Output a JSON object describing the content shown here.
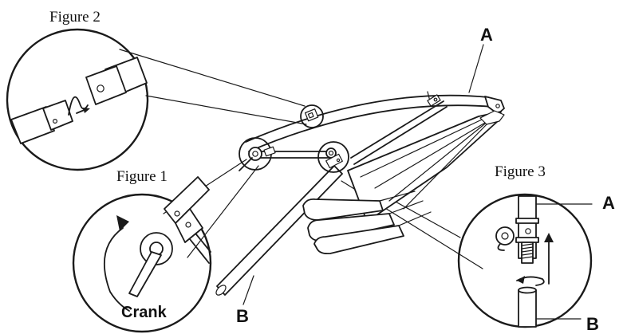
{
  "figure_labels": {
    "figure2": "Figure 2",
    "figure1": "Figure 1",
    "figure3": "Figure 3"
  },
  "part_labels": {
    "a_main": "A",
    "b_main": "B",
    "a_fig3": "A",
    "b_fig3": "B"
  },
  "callouts": {
    "crank": "Crank"
  },
  "colors": {
    "ink": "#1a1a1a",
    "background": "#ffffff"
  }
}
